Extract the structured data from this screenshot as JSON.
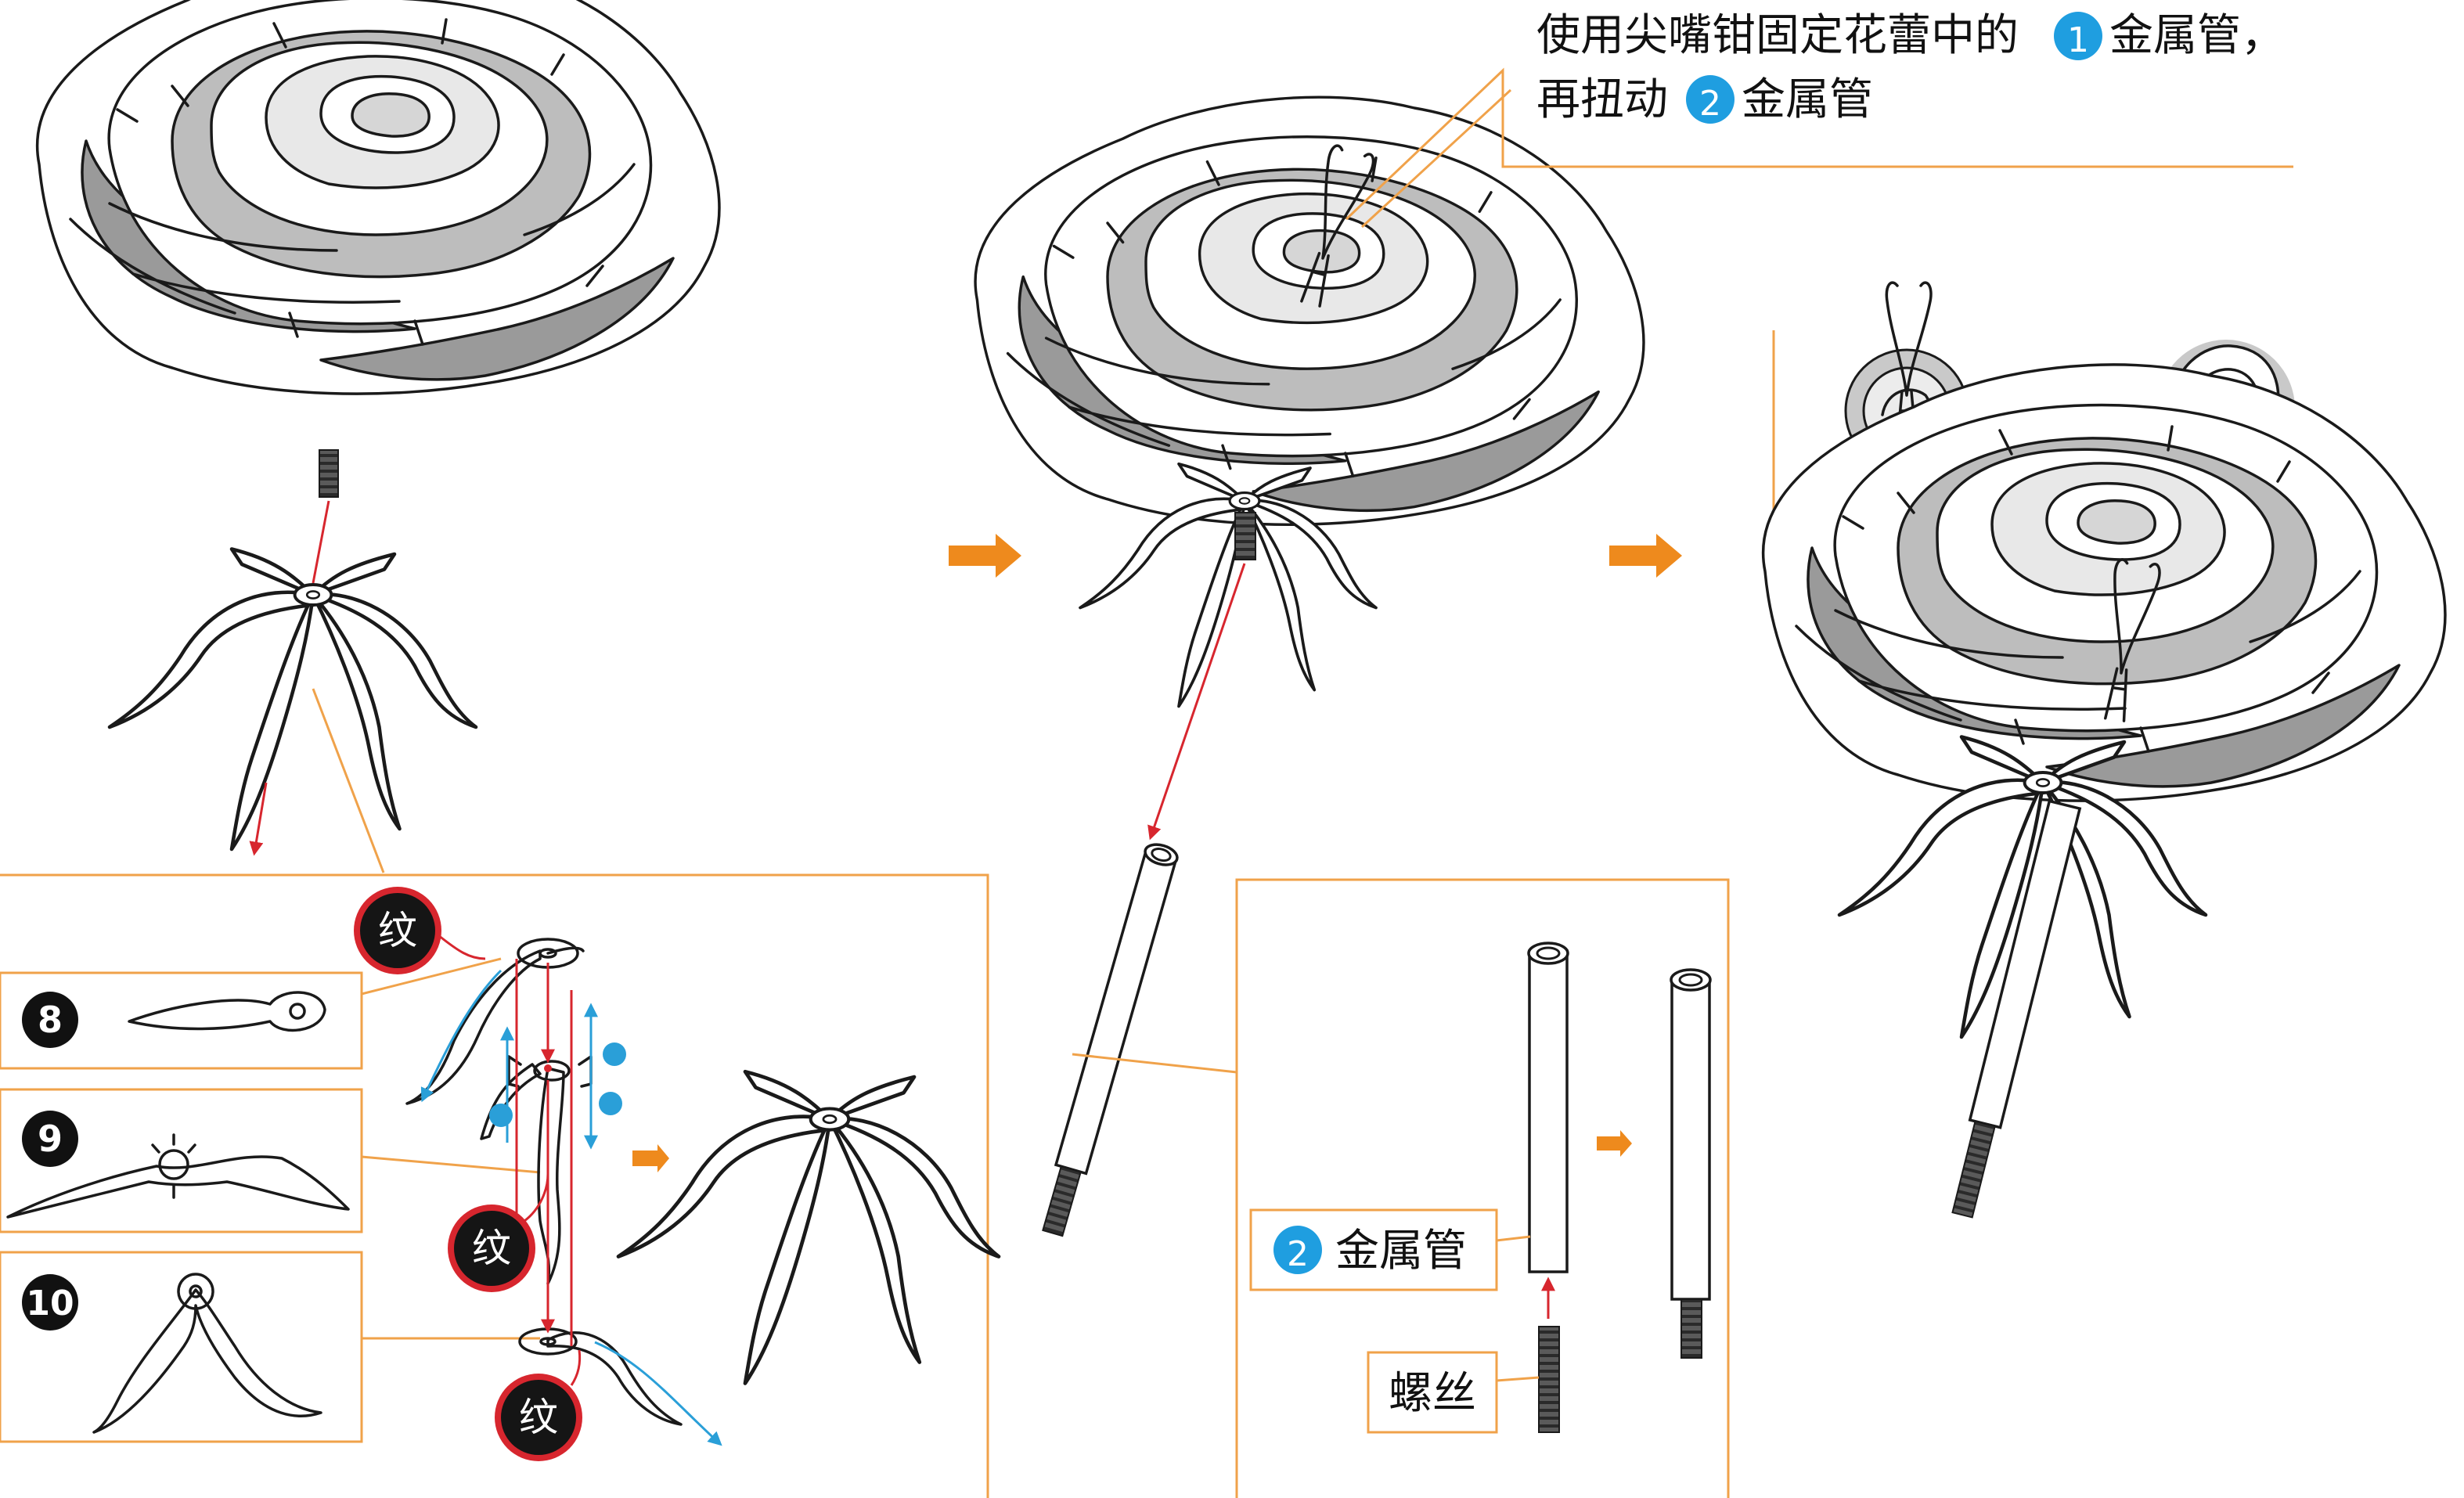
{
  "instruction": {
    "line1_a": "使用尖嘴钳固定花蕾中的",
    "line1_num": "1",
    "line1_b": "金属管，",
    "line2_a": "再扭动",
    "line2_num": "2",
    "line2_b": "金属管"
  },
  "steps": [
    {
      "num": "8"
    },
    {
      "num": "9"
    },
    {
      "num": "10"
    }
  ],
  "glue_label": "纹",
  "tube_label": {
    "num": "2",
    "text": "金属管"
  },
  "screw_label": "螺丝",
  "colors": {
    "orange": "#f0a24a",
    "arrow_orange": "#ee8a1d",
    "red": "#d7262e",
    "blue": "#2a9fd8",
    "badge_blue": "#1f9ee0",
    "petal_light": "#e8e8e8",
    "petal_mid": "#bdbdbd",
    "petal_dark": "#9a9a9a"
  }
}
